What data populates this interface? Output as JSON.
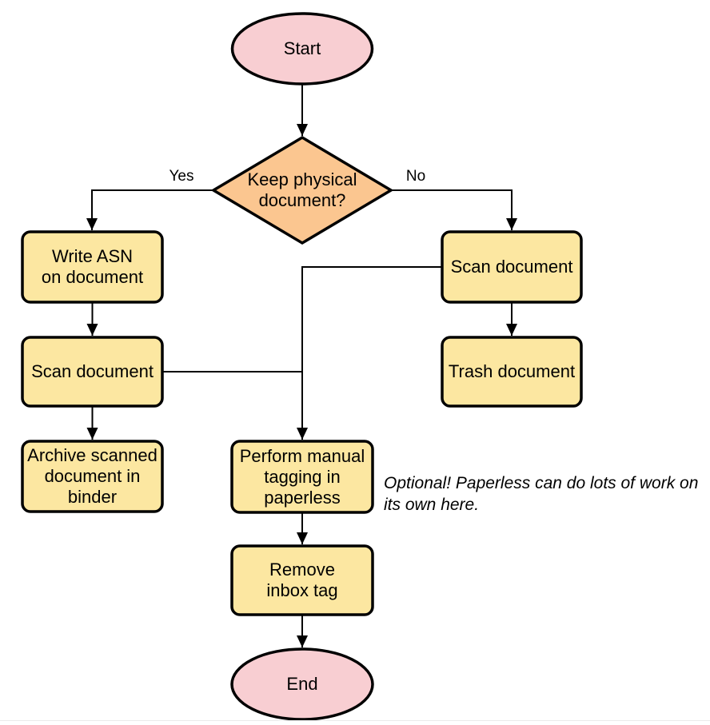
{
  "diagram": {
    "nodes": {
      "start": "Start",
      "decision": "Keep physical\ndocument?",
      "write_asn": "Write ASN\non document",
      "scan_left": "Scan document",
      "archive": "Archive scanned\ndocument in\nbinder",
      "scan_right": "Scan document",
      "trash": "Trash document",
      "perform_tagging": "Perform manual\ntagging in\npaperless",
      "remove_inbox": "Remove\ninbox tag",
      "end": "End"
    },
    "edge_labels": {
      "yes": "Yes",
      "no": "No"
    },
    "annotation": "Optional! Paperless can do lots of work on\nits own here.",
    "colors": {
      "terminator_fill": "#F8CED2",
      "decision_fill": "#FBC690",
      "process_fill": "#FCE7A1",
      "stroke": "#000000"
    }
  }
}
